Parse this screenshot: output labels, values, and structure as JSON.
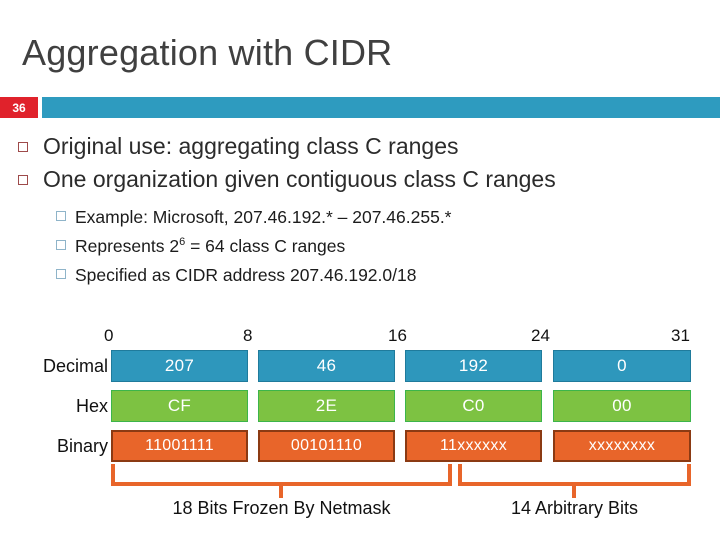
{
  "slide": {
    "title": "Aggregation with CIDR",
    "number": "36",
    "accent_blue": "#2e9bbf",
    "accent_red": "#e0222b"
  },
  "bullets": {
    "level1": [
      {
        "text": "Original use: aggregating class C ranges",
        "marker": "hollow-square-maroon"
      },
      {
        "text": "One organization given contiguous class C ranges",
        "marker": "hollow-square-maroon"
      }
    ],
    "level2": [
      {
        "text": "Example: Microsoft, 207.46.192.* – 207.46.255.*",
        "marker": "hollow-square-blue"
      },
      {
        "text_before": "Represents 2",
        "superscript": "6",
        "text_after": " = 64 class C ranges",
        "marker": "hollow-square-blue"
      },
      {
        "text": "Specified as CIDR address 207.46.192.0/18",
        "marker": "hollow-square-blue"
      }
    ]
  },
  "diagram": {
    "bit_ruler": [
      "0",
      "8",
      "16",
      "24",
      "31"
    ],
    "rows": [
      {
        "label": "Decimal",
        "style": "decimal",
        "fill": "#2e97bc",
        "border": "#1f7b9c",
        "cells": [
          "207",
          "46",
          "192",
          "0"
        ]
      },
      {
        "label": "Hex",
        "style": "hex",
        "fill": "#7dc242",
        "border": "#3cb54a",
        "cells": [
          "CF",
          "2E",
          "C0",
          "00"
        ]
      },
      {
        "label": "Binary",
        "style": "binary",
        "fill": "#e8652a",
        "border": "#8b3a13",
        "cells": [
          "11001111",
          "00101110",
          "11xxxxxx",
          "xxxxxxxx"
        ]
      }
    ],
    "captions": [
      {
        "text": "18 Bits Frozen By Netmask"
      },
      {
        "text": "14 Arbitrary Bits"
      }
    ]
  }
}
